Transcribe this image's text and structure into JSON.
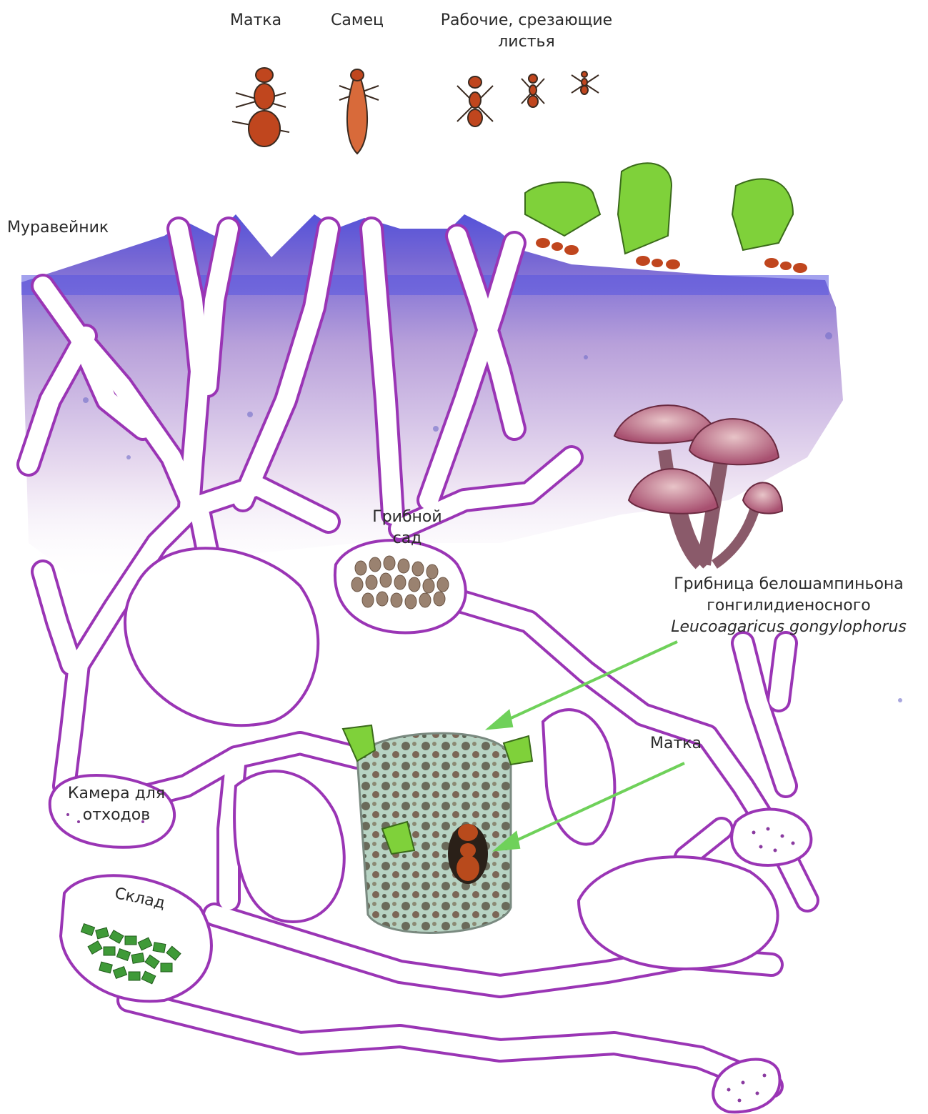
{
  "labels": {
    "queen_top": "Матка",
    "male": "Самец",
    "workers_line1": "Рабочие, срезающие",
    "workers_line2": "листья",
    "anthill": "Муравейник",
    "fungus_garden_line1": "Грибной",
    "fungus_garden_line2": "сад",
    "mycelium_line1": "Грибница белошампиньона",
    "mycelium_line2": "гонгилидиеносного",
    "mycelium_latin": "Leucoagaricus gongylophorus",
    "queen_chamber": "Матка",
    "waste_line1": "Камера для",
    "waste_line2": "отходов",
    "storage": "Склад"
  },
  "colors": {
    "topsoil": "#5b55d8",
    "soil_gradient": "#b79ad6",
    "tunnel_outline": "#9a35b5",
    "ant_body": "#c0461e",
    "leaf": "#7fd13a",
    "arrow": "#6fd15a",
    "mushroom_cap": "#b0607a",
    "fungus_block": "#a8c4b4"
  },
  "icons": [
    "queen-ant-icon",
    "male-ant-icon",
    "worker-ant-icon",
    "leaf-carrying-ant-icon",
    "mushroom-icon",
    "fungus-garden-icon",
    "leaf-fragments-icon",
    "arrow-icon"
  ]
}
